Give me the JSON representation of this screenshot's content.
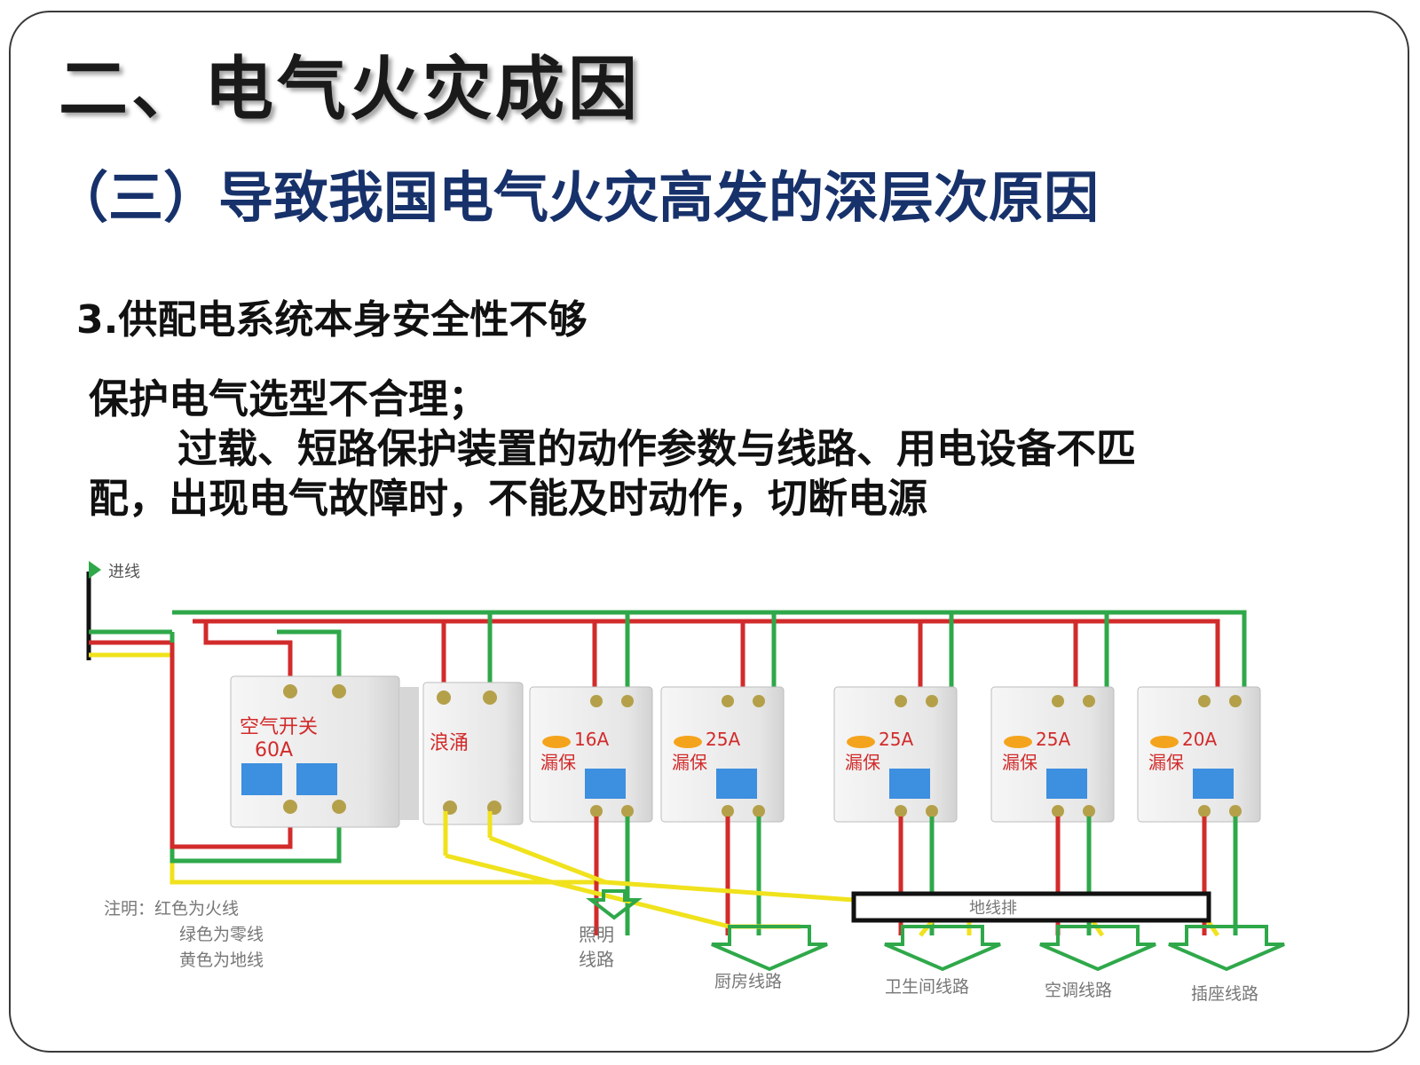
{
  "slide": {
    "title": "二、电气火灾成因",
    "subtitle": "（三）导致我国电气火灾高发的深层次原因",
    "point_heading": "3.供配电系统本身安全性不够",
    "paragraph": {
      "line1": "保护电气选型不合理；",
      "line2": "过载、短路保护装置的动作参数与线路、用电设备不匹",
      "line3": "配，出现电气故障时，不能及时动作，切断电源"
    }
  },
  "diagram": {
    "incoming_label": "进线",
    "main_breaker": {
      "line1": "空气开关",
      "line2": "60A"
    },
    "spd_label": "浪涌",
    "rcbos": [
      {
        "rating": "16A",
        "label": "漏保"
      },
      {
        "rating": "25A",
        "label": "漏保"
      },
      {
        "rating": "25A",
        "label": "漏保"
      },
      {
        "rating": "25A",
        "label": "漏保"
      },
      {
        "rating": "20A",
        "label": "漏保"
      }
    ],
    "ground_bar_label": "地线排",
    "circuits": {
      "lighting_line1": "照明",
      "lighting_line2": "线路",
      "kitchen": "厨房线路",
      "bathroom": "卫生间线路",
      "ac": "空调线路",
      "socket": "插座线路"
    },
    "legend": {
      "title": "注明：红色为火线",
      "line2": "绿色为零线",
      "line3": "黄色为地线"
    },
    "wire_colors": {
      "live": "#d22b2b",
      "neutral": "#2fa84a",
      "earth": "#f0e21c"
    },
    "device_colors": {
      "body": "#ececec",
      "handle": "#3d8fe0"
    }
  }
}
